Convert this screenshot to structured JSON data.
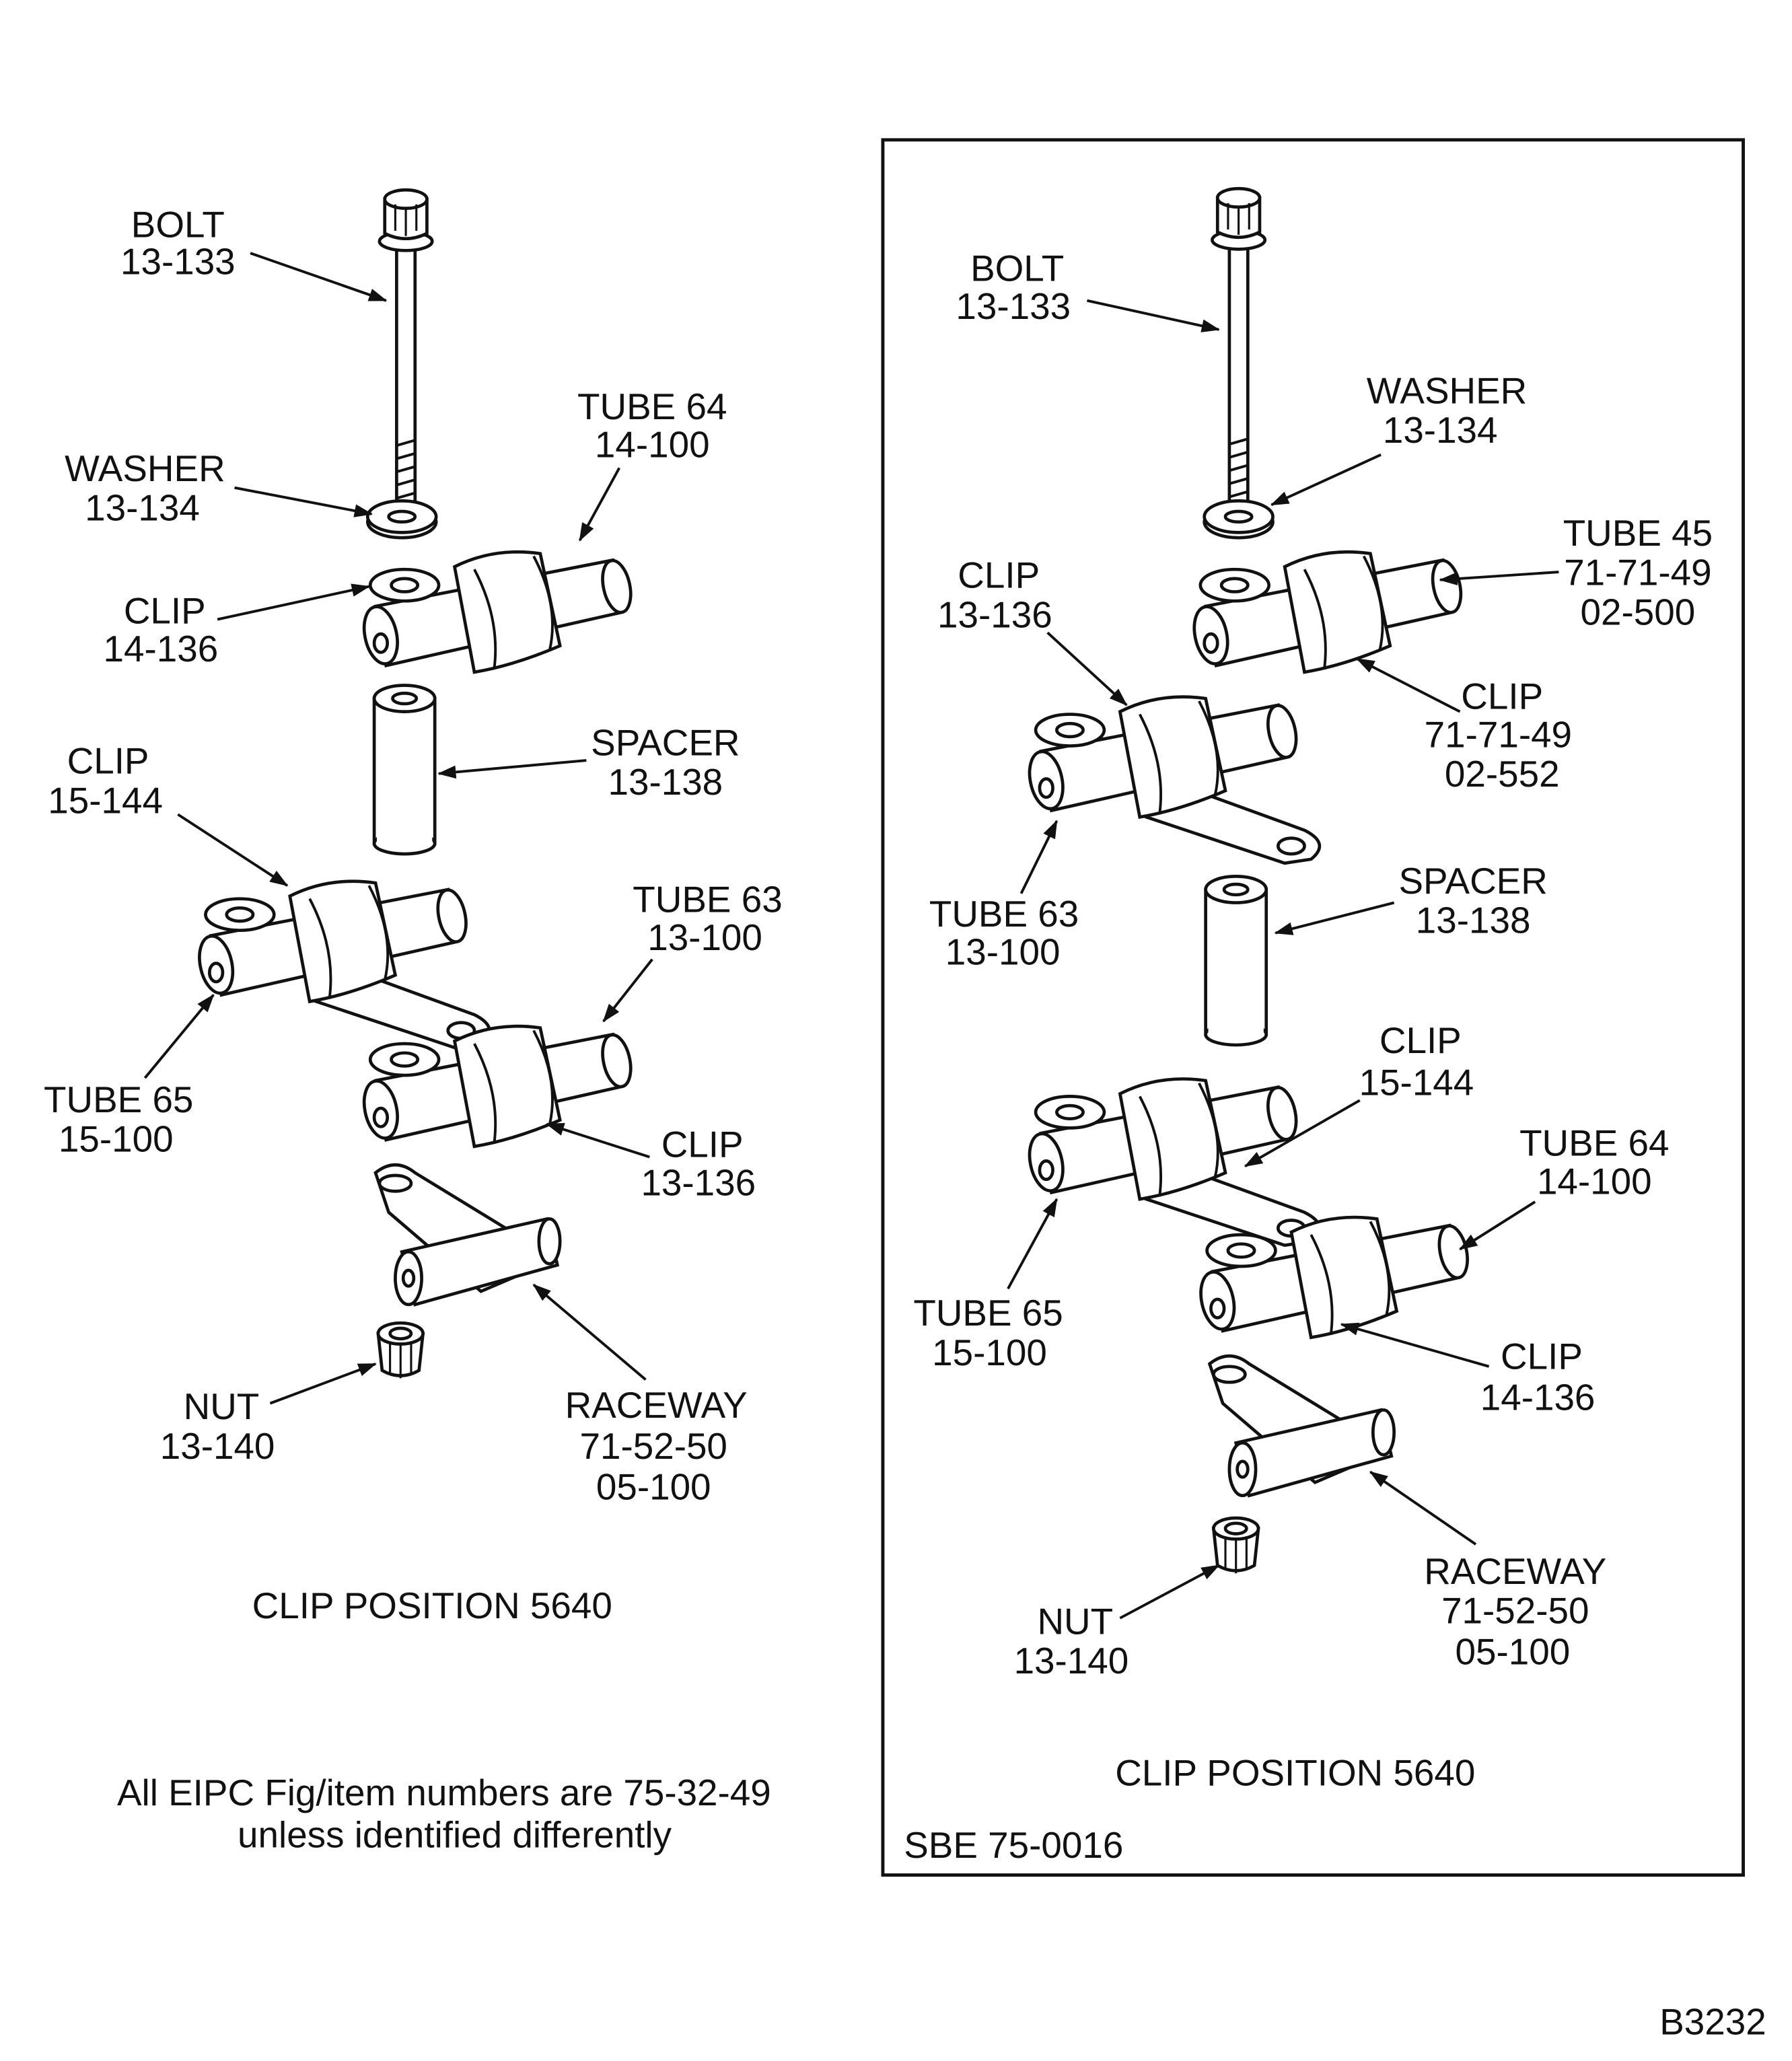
{
  "left": {
    "bolt": [
      "BOLT",
      "13-133"
    ],
    "tube64": [
      "TUBE 64",
      "14-100"
    ],
    "washer": [
      "WASHER",
      "13-134"
    ],
    "clip_14_136": [
      "CLIP",
      "14-136"
    ],
    "spacer": [
      "SPACER",
      "13-138"
    ],
    "clip_15_144": [
      "CLIP",
      "15-144"
    ],
    "tube63": [
      "TUBE 63",
      "13-100"
    ],
    "tube65": [
      "TUBE 65",
      "15-100"
    ],
    "clip_13_136": [
      "CLIP",
      "13-136"
    ],
    "nut": [
      "NUT",
      "13-140"
    ],
    "raceway": [
      "RACEWAY",
      "71-52-50",
      "05-100"
    ],
    "caption": "CLIP POSITION 5640",
    "note": [
      "All EIPC Fig/item numbers are 75-32-49",
      "unless identified differently"
    ]
  },
  "right": {
    "bolt": [
      "BOLT",
      "13-133"
    ],
    "washer": [
      "WASHER",
      "13-134"
    ],
    "tube45": [
      "TUBE 45",
      "71-71-49",
      "02-500"
    ],
    "clip_13_136": [
      "CLIP",
      "13-136"
    ],
    "clip_02_552": [
      "CLIP",
      "71-71-49",
      "02-552"
    ],
    "tube63": [
      "TUBE 63",
      "13-100"
    ],
    "spacer": [
      "SPACER",
      "13-138"
    ],
    "clip_15_144": [
      "CLIP",
      "15-144"
    ],
    "tube64": [
      "TUBE 64",
      "14-100"
    ],
    "tube65": [
      "TUBE 65",
      "15-100"
    ],
    "clip_14_136": [
      "CLIP",
      "14-136"
    ],
    "raceway": [
      "RACEWAY",
      "71-52-50",
      "05-100"
    ],
    "nut": [
      "NUT",
      "13-140"
    ],
    "caption": "CLIP POSITION 5640",
    "sbe": "SBE 75-0016"
  },
  "figure_id": "B3232"
}
